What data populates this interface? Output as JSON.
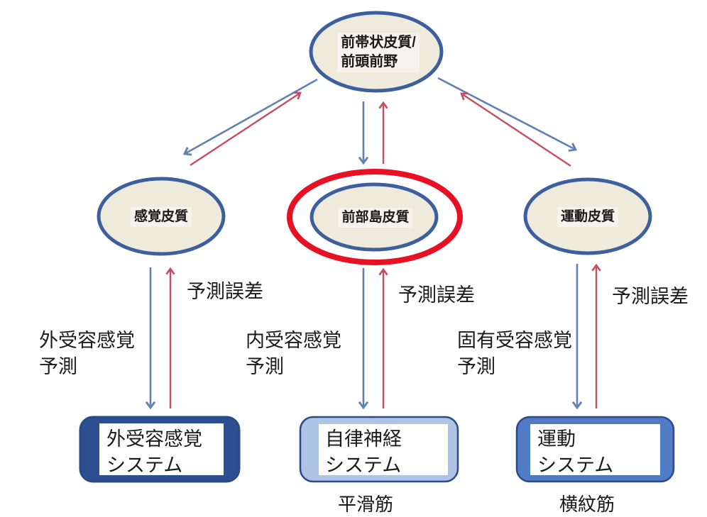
{
  "diagram": {
    "nodes": {
      "acc_pfc": {
        "line1": "前帯状皮質/",
        "line2": "前頭前野"
      },
      "sensory_cortex": {
        "label": "感覚皮質"
      },
      "anterior_insula": {
        "label": "前部島皮質"
      },
      "motor_cortex": {
        "label": "運動皮質"
      }
    },
    "systems": {
      "exteroceptive": {
        "line1": "外受容感覚",
        "line2": "システム"
      },
      "autonomic": {
        "line1": "自律神経",
        "line2": "システム"
      },
      "motor": {
        "line1": "運動",
        "line2": "システム"
      }
    },
    "edge_labels": {
      "prediction_error_left": "予測誤差",
      "prediction_error_center": "予測誤差",
      "prediction_error_right": "予測誤差",
      "exteroceptive_prediction": {
        "line1": "外受容感覚",
        "line2": "予測"
      },
      "interoceptive_prediction": {
        "line1": "内受容感覚",
        "line2": "予測"
      },
      "proprioceptive_prediction": {
        "line1": "固有受容感覚",
        "line2": "予測"
      }
    },
    "effector_labels": {
      "smooth_muscle": "平滑筋",
      "striated_muscle": "横紋筋"
    },
    "colors": {
      "ellipse_fill": "#eeeadc",
      "ellipse_border": "#3e5f9e",
      "highlight_ring": "#e81123",
      "arrow_blue": "#6181b5",
      "arrow_red": "#c44f62",
      "box_dark": "#2d4f91",
      "box_light": "#aec3e6",
      "box_medium": "#4f7cc4",
      "box_border": "#2a4b86",
      "text": "#1a1a1a",
      "background": "#ffffff"
    }
  }
}
